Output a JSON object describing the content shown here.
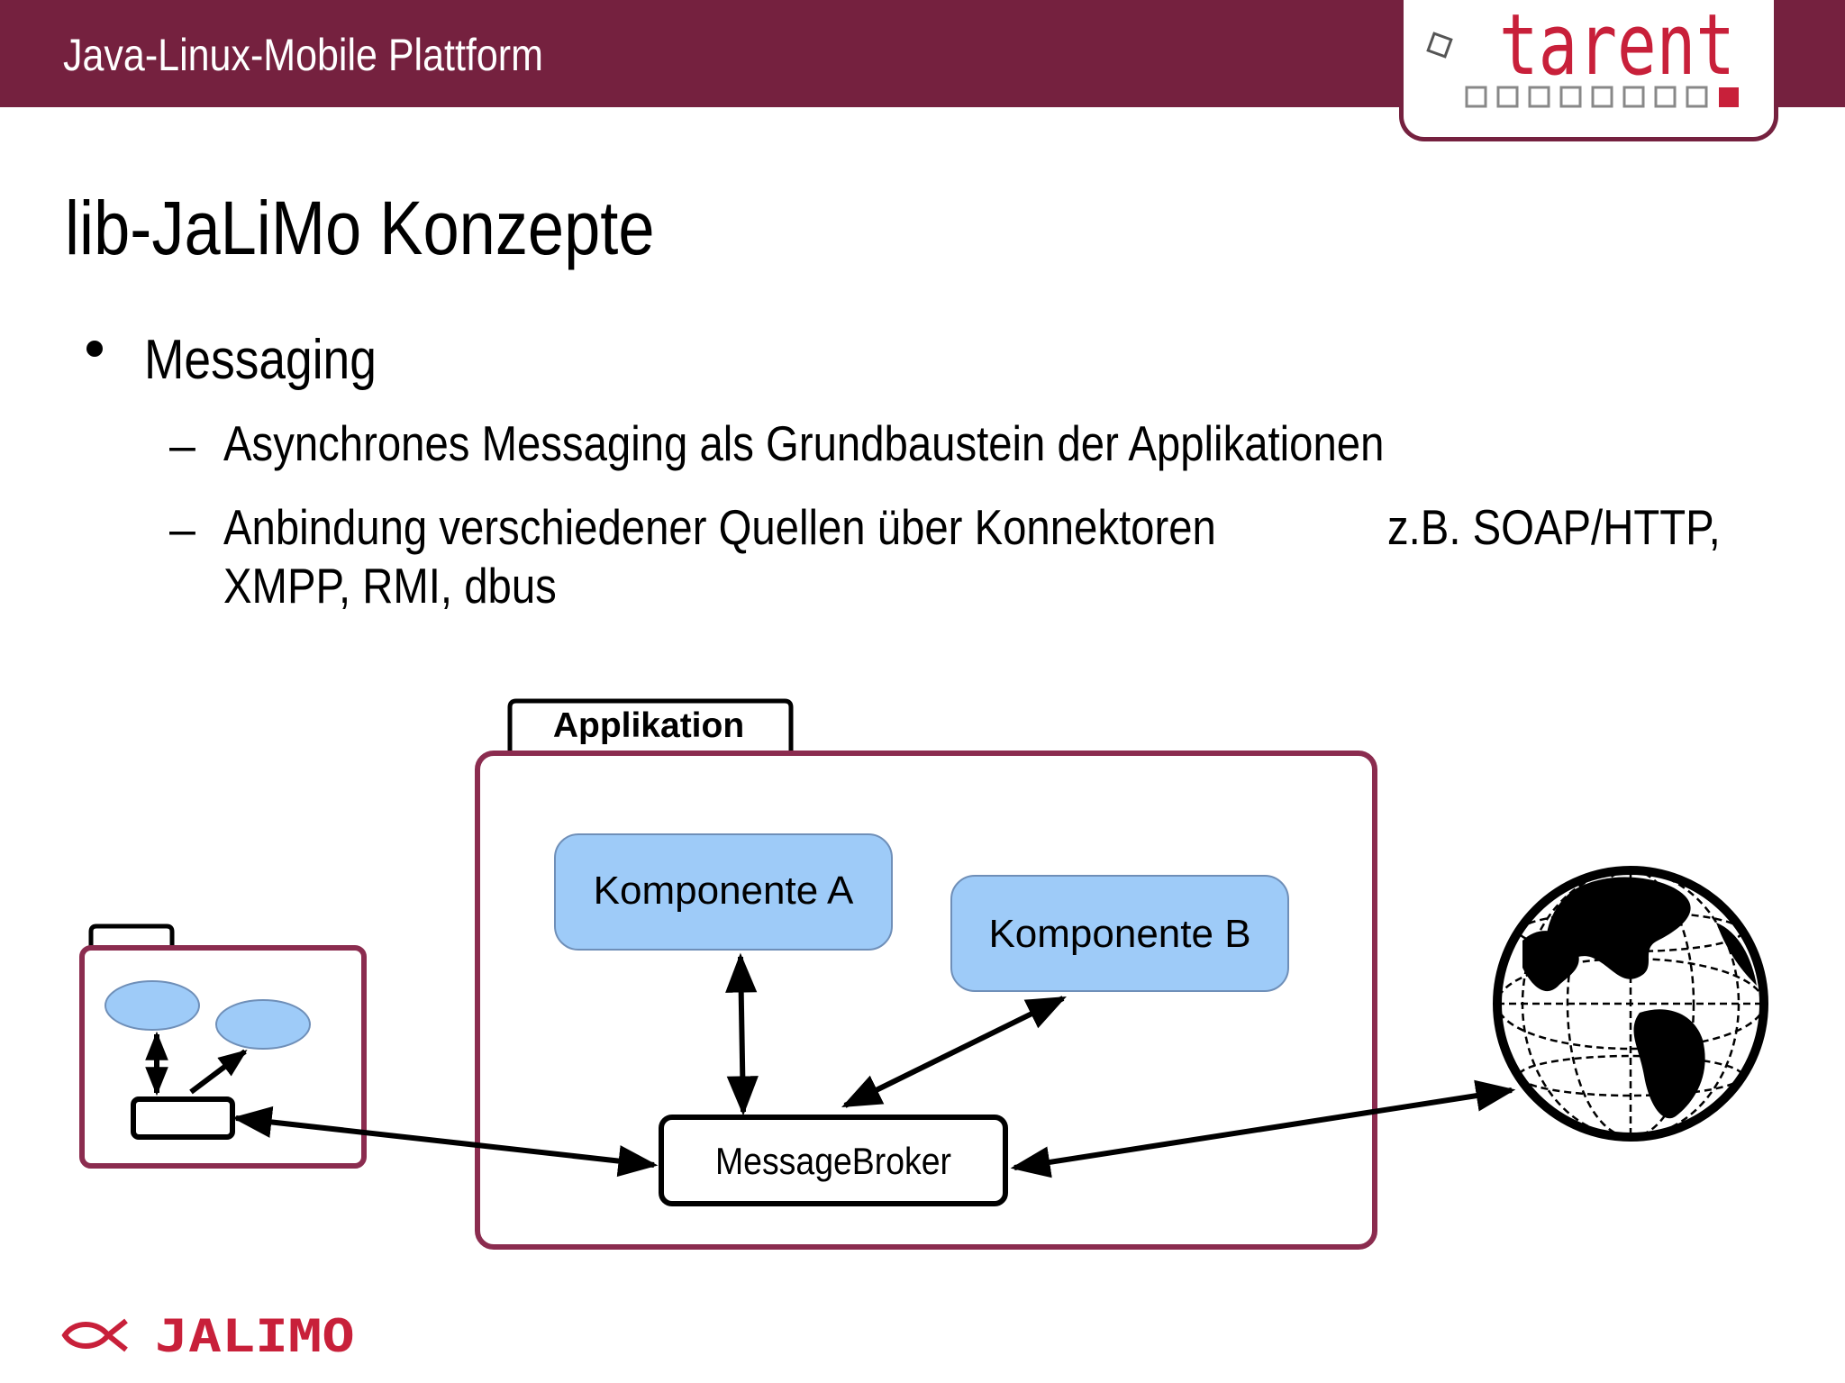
{
  "header": {
    "title": "Java-Linux-Mobile Plattform",
    "brand_logo_text": "tarent",
    "bar_color": "#75213f",
    "logo_color": "#c8203a"
  },
  "slide": {
    "title": "lib-JaLiMo Konzepte",
    "bullet": "Messaging",
    "sub_items": [
      "Asynchrones Messaging als Grundbaustein der Applikationen",
      "Anbindung verschiedener Quellen über Konnektoren",
      "z.B. SOAP/HTTP,",
      "XMPP, RMI, dbus"
    ],
    "dash_symbol": "–"
  },
  "diagram": {
    "app_tab_label": "Applikation",
    "component_a": "Komponente A",
    "component_b": "Komponente B",
    "broker": "MessageBroker",
    "container_color": "#8b2c4f",
    "component_fill": "#9ecbf8",
    "globe_icon": "globe-icon"
  },
  "footer": {
    "logo_text": "JALIMO",
    "logo_color": "#c8203a"
  }
}
